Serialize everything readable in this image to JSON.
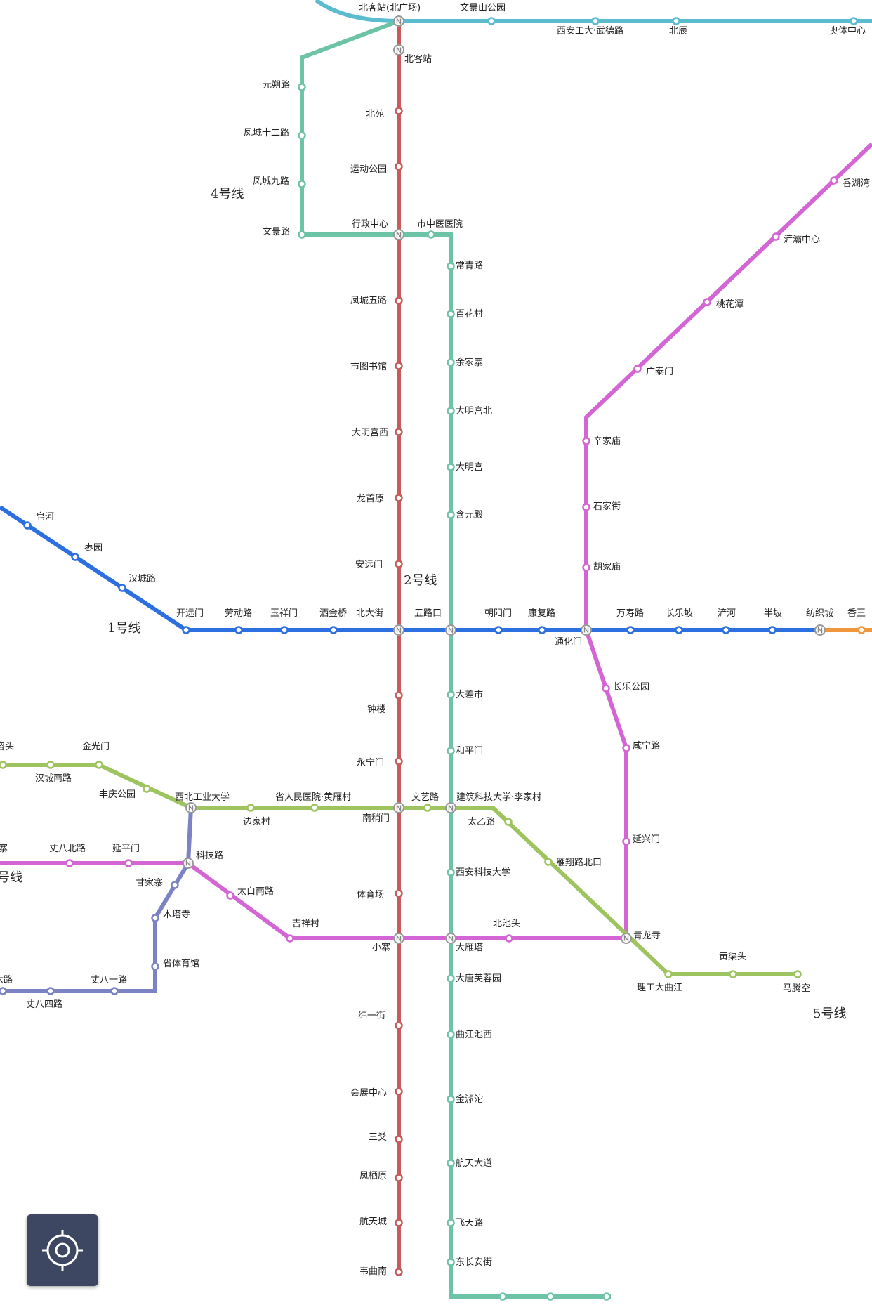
{
  "colors": {
    "line1": "#2c6fe0",
    "line2": "#c85a5a",
    "line3": "#5bbcd0",
    "line4": "#6cc3a6",
    "line5": "#9ec460",
    "line6": "#7b83c4",
    "line14": "#d465d4",
    "orange": "#f0963c"
  },
  "line_names": {
    "line1": "1号线",
    "line2": "2号线",
    "line4": "4号线",
    "line5": "5号线",
    "line6_partial": "号线"
  },
  "stations": {
    "beikezhan_beiguangchang": "北客站(北广场)",
    "wenjingshan_gongyuan": "文景山公园",
    "xian_gongda_wudelu": "西安工大·武德路",
    "beichen": "北辰",
    "aotizhongxin": "奥体中心",
    "beikezhan": "北客站",
    "yuanshuolu": "元朔路",
    "beiyuan": "北苑",
    "fengcheng_shierlu": "凤城十二路",
    "yundong_gongyuan": "运动公园",
    "fengcheng_jiulu": "凤城九路",
    "wenjinglu": "文景路",
    "xingzheng_zhongxin": "行政中心",
    "shizhongyiyiyuan": "市中医医院",
    "changqinglu": "常青路",
    "fengcheng_wulu": "凤城五路",
    "baihuacun": "百花村",
    "shitushuguan": "市图书馆",
    "yujiazhai": "余家寨",
    "daminggong_xi": "大明宫西",
    "daminggong_bei": "大明宫北",
    "daminggong": "大明宫",
    "longshouyuan": "龙首原",
    "hanyuandian": "含元殿",
    "anyuanmen": "安远门",
    "xianghuwan": "香湖湾",
    "chanba_zhongxin": "浐灞中心",
    "taohuatan": "桃花潭",
    "guangtaimen": "广泰门",
    "xinjiamiao": "辛家庙",
    "shijiajie": "石家街",
    "hujiamiao": "胡家庙",
    "zaohe": "皂河",
    "zaoyuan": "枣园",
    "hanchenglu": "汉城路",
    "kaiyuanmen": "开远门",
    "laodonglu": "劳动路",
    "yuxiangmen": "玉祥门",
    "sajinqiao": "洒金桥",
    "beidajie": "北大街",
    "wulukou": "五路口",
    "chaoyangmen": "朝阳门",
    "kangfulu": "康复路",
    "tonghuamen": "通化门",
    "wanshoulu": "万寿路",
    "changlepo": "长乐坡",
    "chanhe": "浐河",
    "banpo": "半坡",
    "fangzhicheng": "纺织城",
    "xiangwang": "香王",
    "changle_gongyuan": "长乐公园",
    "xianninglu": "咸宁路",
    "yanxingmen": "延兴门",
    "zhonglou": "钟楼",
    "dachashi": "大差市",
    "yongningmen": "永宁门",
    "hepingmen": "和平门",
    "zaotou_partial": "咨头",
    "jinguangmen": "金光门",
    "hanchengnanlu": "汉城南路",
    "fengqing_gongyuan": "丰庆公园",
    "xibei_gongye_daxue": "西北工业大学",
    "bianjiacun": "边家村",
    "shengrenmin_yiyuan": "省人民医院·黄雁村",
    "nanshaomen": "南稍门",
    "wenyilu": "文艺路",
    "jianzhu_keji_daxue": "建筑科技大学·李家村",
    "taiyilu": "太乙路",
    "yanxianglu_beikou": "雁翔路北口",
    "zhai_partial": "寨",
    "zhangba_beilu": "丈八北路",
    "yanpingmen": "延平门",
    "kejilu": "科技路",
    "ganjiazhai": "甘家寨",
    "taibai_nanlu": "太白南路",
    "mutasi": "木塔寺",
    "tiyuchang": "体育场",
    "xian_keji_daxue": "西安科技大学",
    "jixiangcun": "吉祥村",
    "beichitou": "北池头",
    "qinglongsi": "青龙寺",
    "xiaozhai": "小寨",
    "dayanta": "大雁塔",
    "huangqutou": "黄渠头",
    "shengtiyuguan": "省体育馆",
    "datang_furongyuan": "大唐芙蓉园",
    "ligongda_qujiang": "理工大曲江",
    "matengkong": "马腾空",
    "liulu_partial": "六路",
    "zhangba_yilu": "丈八一路",
    "zhangba_silu": "丈八四路",
    "weiyijie": "纬一街",
    "qujiang_chixi": "曲江池西",
    "huizhan_zhongxin": "会展中心",
    "jinhutuo": "金滹沱",
    "sanyao": "三爻",
    "hangtian_dadao": "航天大道",
    "fengqiyuan": "凤栖原",
    "hangtiancheng": "航天城",
    "feitianlu": "飞天路",
    "dongchanganjie": "东长安街",
    "weiqunan": "韦曲南"
  },
  "controls": {
    "locate_icon": "locate-crosshair-icon"
  }
}
